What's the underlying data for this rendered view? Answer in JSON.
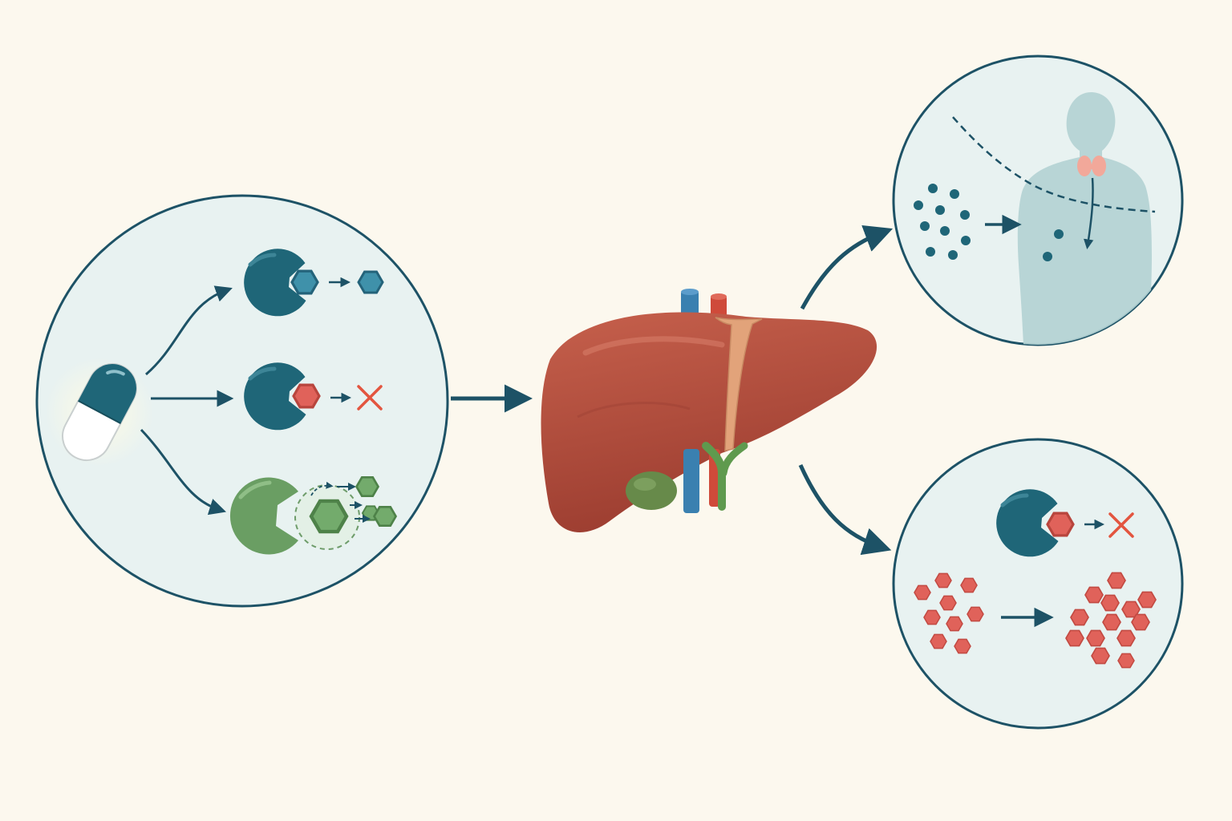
{
  "colors": {
    "background": "#fcf8ee",
    "panel_fill": "#e8f2f1",
    "panel_border": "#1d5266",
    "enzyme_teal": "#1f6678",
    "enzyme_green": "#6a9e63",
    "substrate_blue": "#3f91aa",
    "substrate_red": "#e0625a",
    "substrate_green": "#73ab6c",
    "blocked_x": "#e3553f",
    "arrow": "#1d5266",
    "liver": "#b24a3a",
    "gallbladder": "#678a4a",
    "vein_blue": "#3a80b0",
    "artery_red": "#cf4a3a",
    "bile_duct": "#5f9a4e",
    "thyroid": "#f2a89a",
    "body_silhouette": "#b3d2d3"
  },
  "panels": [
    {
      "id": "drug-metabolism",
      "contents": [
        "capsule-icon",
        "enzyme-substrate-icon",
        "enzyme-blocked-icon",
        "enzyme-induced-icon"
      ]
    },
    {
      "id": "liver",
      "contents": [
        "liver-icon",
        "gallbladder-icon",
        "blood-vessels-icon"
      ]
    },
    {
      "id": "systemic-distribution",
      "contents": [
        "particles-icon",
        "body-silhouette-icon",
        "thyroid-icon"
      ]
    },
    {
      "id": "enzyme-inhibition-accumulation",
      "contents": [
        "enzyme-blocked-icon",
        "hexagon-cluster-icon"
      ]
    }
  ]
}
